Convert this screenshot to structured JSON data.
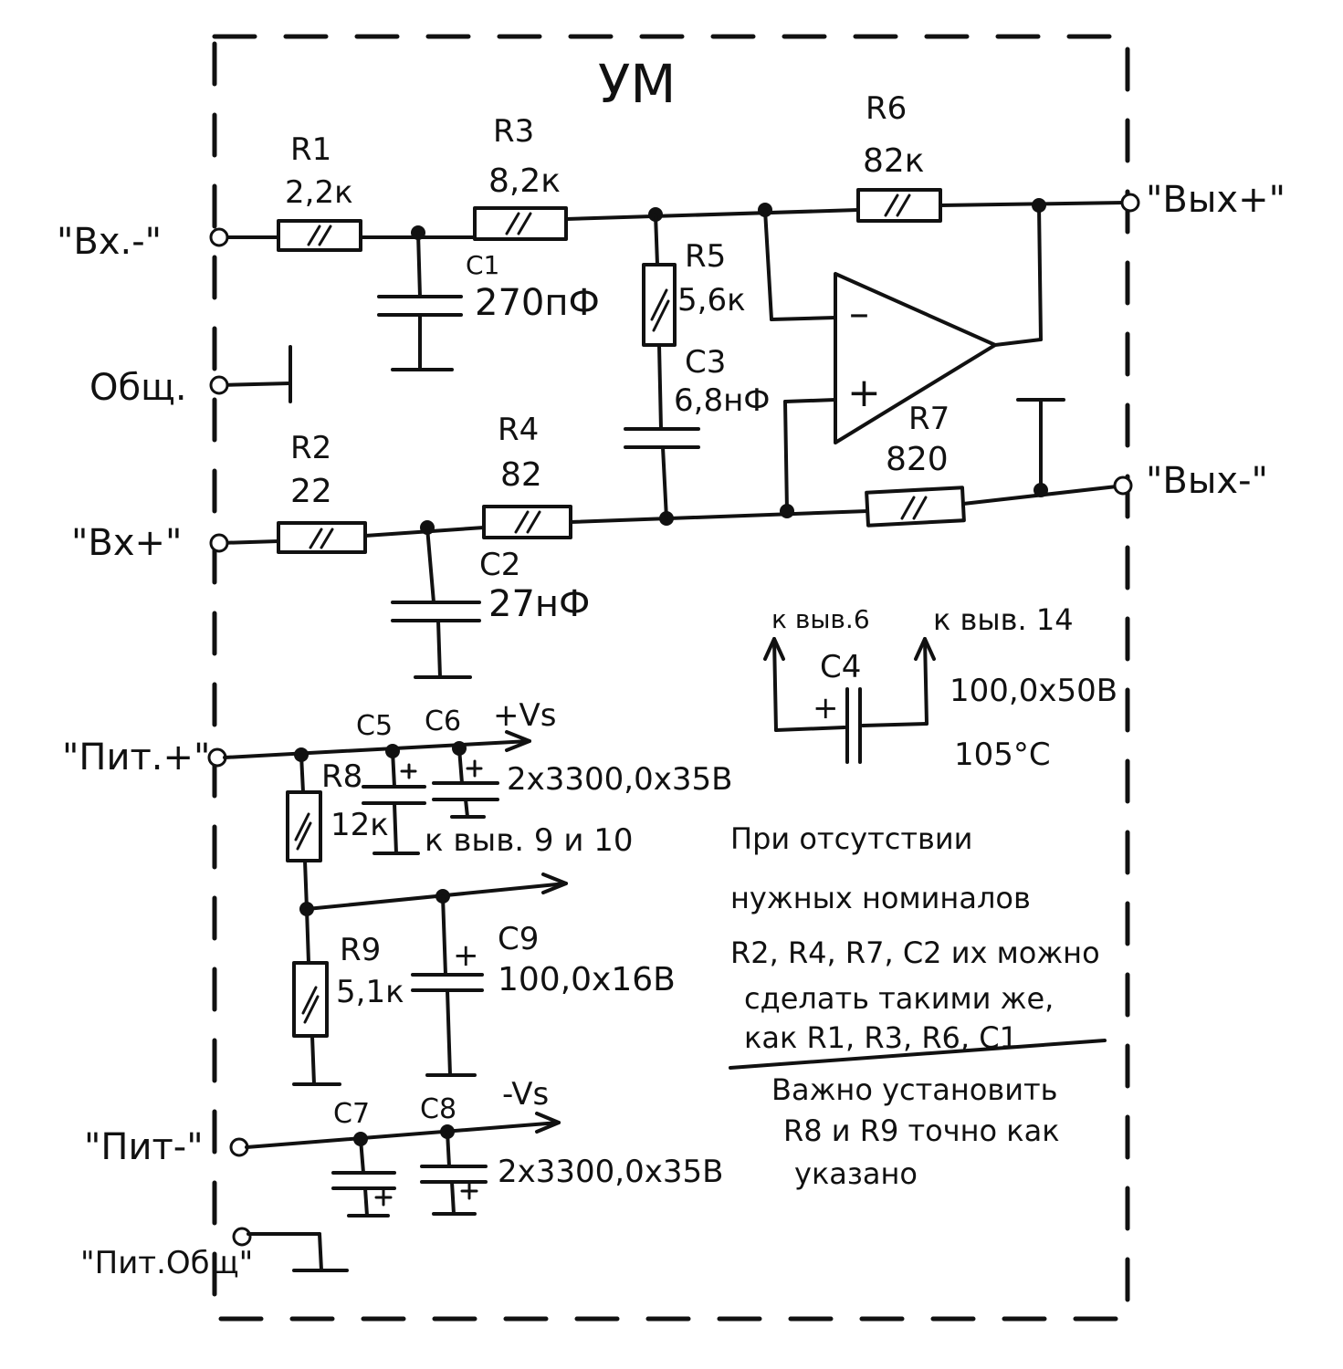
{
  "title": "УМ",
  "terminals": {
    "in_minus": "\"Вх.-\"",
    "common": "Общ.",
    "in_plus": "\"Вх+\"",
    "out_plus": "\"Вых+\"",
    "out_minus": "\"Вых-\"",
    "pwr_plus": "\"Пит.+\"",
    "pwr_minus": "\"Пит-\"",
    "pwr_common": "\"Пит.Общ\""
  },
  "components": {
    "R1": {
      "name": "R1",
      "value": "2,2к"
    },
    "R2": {
      "name": "R2",
      "value": "22"
    },
    "R3": {
      "name": "R3",
      "value": "8,2к"
    },
    "R4": {
      "name": "R4",
      "value": "82"
    },
    "R5": {
      "name": "R5",
      "value": "5,6к"
    },
    "R6": {
      "name": "R6",
      "value": "82к"
    },
    "R7": {
      "name": "R7",
      "value": "820"
    },
    "R8": {
      "name": "R8",
      "value": "12к"
    },
    "R9": {
      "name": "R9",
      "value": "5,1к"
    },
    "C1": {
      "name": "C1",
      "value": "270пФ"
    },
    "C2": {
      "name": "C2",
      "value": "27нФ"
    },
    "C3": {
      "name": "C3",
      "value": "6,8нФ"
    },
    "C4": {
      "name": "C4",
      "value": "100,0х50В",
      "temp": "105°C"
    },
    "C5": {
      "name": "C5"
    },
    "C6": {
      "name": "C6"
    },
    "C7": {
      "name": "C7"
    },
    "C8": {
      "name": "C8"
    },
    "C9": {
      "name": "C9",
      "value": "100,0х16В"
    },
    "C5C6_value": "2х3300,0х35В",
    "C7C8_value": "2х3300,0х35В"
  },
  "opamp": {
    "minus": "–",
    "plus": "+"
  },
  "rails": {
    "vs_plus": "+Vs",
    "vs_minus": "-Vs",
    "pin_9_10": "к выв. 9 и 10",
    "pin_6": "к выв.6",
    "pin_14": "к выв. 14",
    "polarity": "+"
  },
  "notes": {
    "note1": [
      "При отсутствии",
      "нужных номиналов",
      "R2, R4, R7, C2 их можно",
      "сделать такими же,",
      "как R1, R3, R6, C1"
    ],
    "note2": [
      "Важно установить",
      "R8 и R9 точно как",
      "указано"
    ]
  }
}
